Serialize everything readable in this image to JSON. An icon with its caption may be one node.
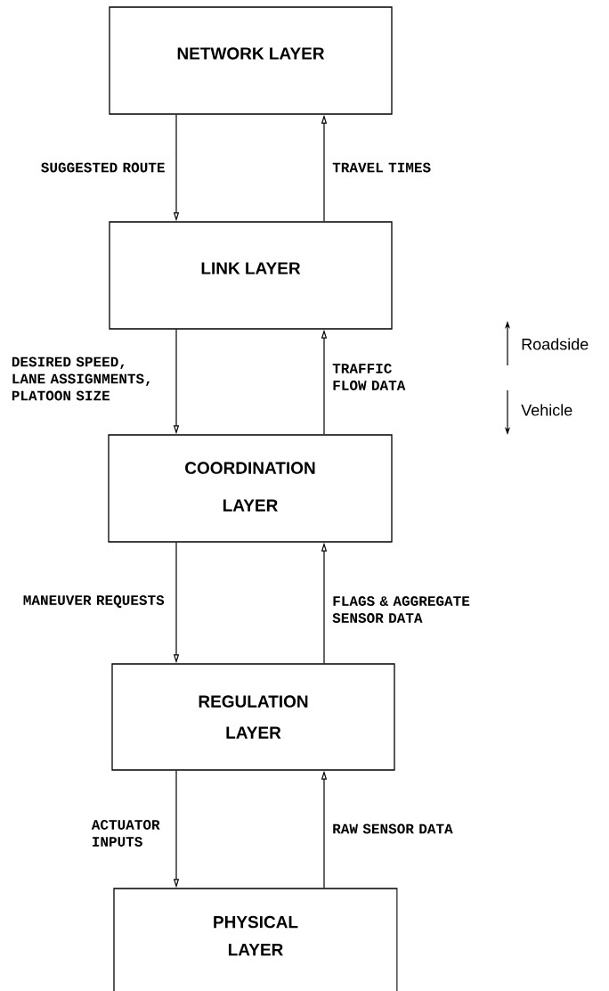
{
  "diagram": {
    "nodes": [
      {
        "text": [
          "NETWORK LAYER"
        ]
      },
      {
        "text": [
          "LINK LAYER"
        ]
      },
      {
        "text": [
          "COORDINATION LAYER"
        ]
      },
      {
        "text": [
          "REGULATION LAYER"
        ]
      },
      {
        "text": [
          "PHYSICAL LAYER"
        ]
      }
    ],
    "edges": [
      {
        "from": 0,
        "to": 1,
        "arrow": "to",
        "label": "SUGGESTED ROUTE"
      },
      {
        "from": 1,
        "to": 0,
        "arrow": "to",
        "label": "TRAVEL TIMES"
      },
      {
        "from": 1,
        "to": 2,
        "arrow": "to",
        "label": "DESIRED SPEED, LANE ASSIGNMENTS, PLATOON SIZE"
      },
      {
        "from": 2,
        "to": 1,
        "arrow": "to",
        "label": "TRAFFIC FLOW DATA"
      },
      {
        "from": 2,
        "to": 3,
        "arrow": "to",
        "label": "MANEUVER REQUESTS"
      },
      {
        "from": 3,
        "to": 2,
        "arrow": "to",
        "label": "FLAGS & AGGREGATE SENSOR DATA"
      },
      {
        "from": 3,
        "to": 4,
        "arrow": "to",
        "label": "ACTUATOR INPUTS"
      },
      {
        "from": 4,
        "to": 3,
        "arrow": "to",
        "label": "RAW SENSOR DATA"
      }
    ],
    "labels": [
      "Roadside",
      "Vehicle"
    ]
  }
}
